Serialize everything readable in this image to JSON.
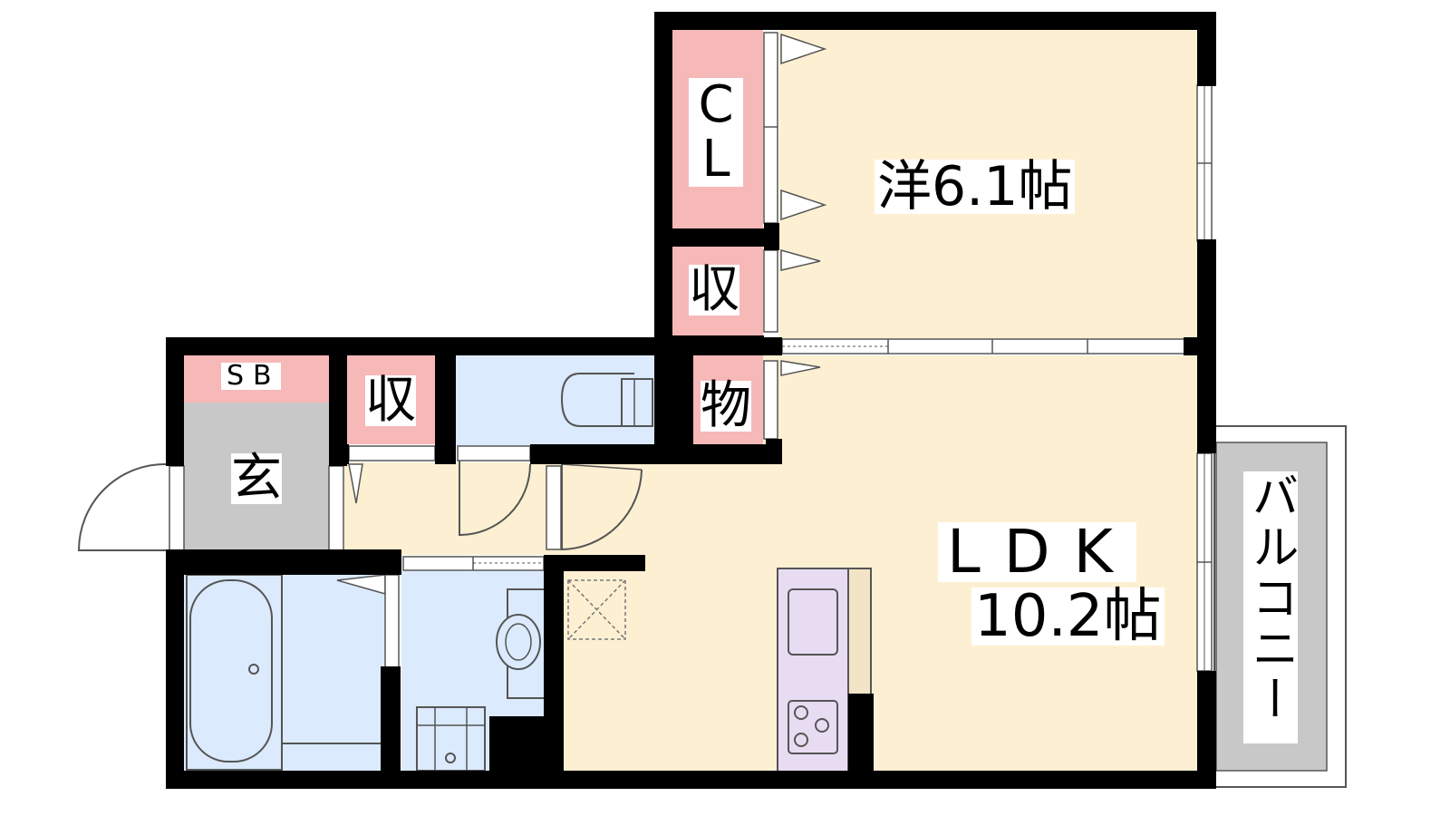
{
  "labels": {
    "western_room": "洋6.1帖",
    "closet": "CL",
    "storage_bedroom": "収",
    "storage_hall": "収",
    "mono_storage": "物",
    "shoe_box": "SB",
    "entrance": "玄",
    "ldk_name": "LDK",
    "ldk_size": "10.2帖",
    "balcony": "バルコニー"
  },
  "colors": {
    "wall": "#000000",
    "room_floor": "#fdf0d2",
    "storage": "#f7b8b8",
    "water_area": "#dbeafd",
    "entrance_floor": "#c8c8c8",
    "kitchen_counter": "#e8dcf2",
    "balcony": "#c8c8c8"
  }
}
